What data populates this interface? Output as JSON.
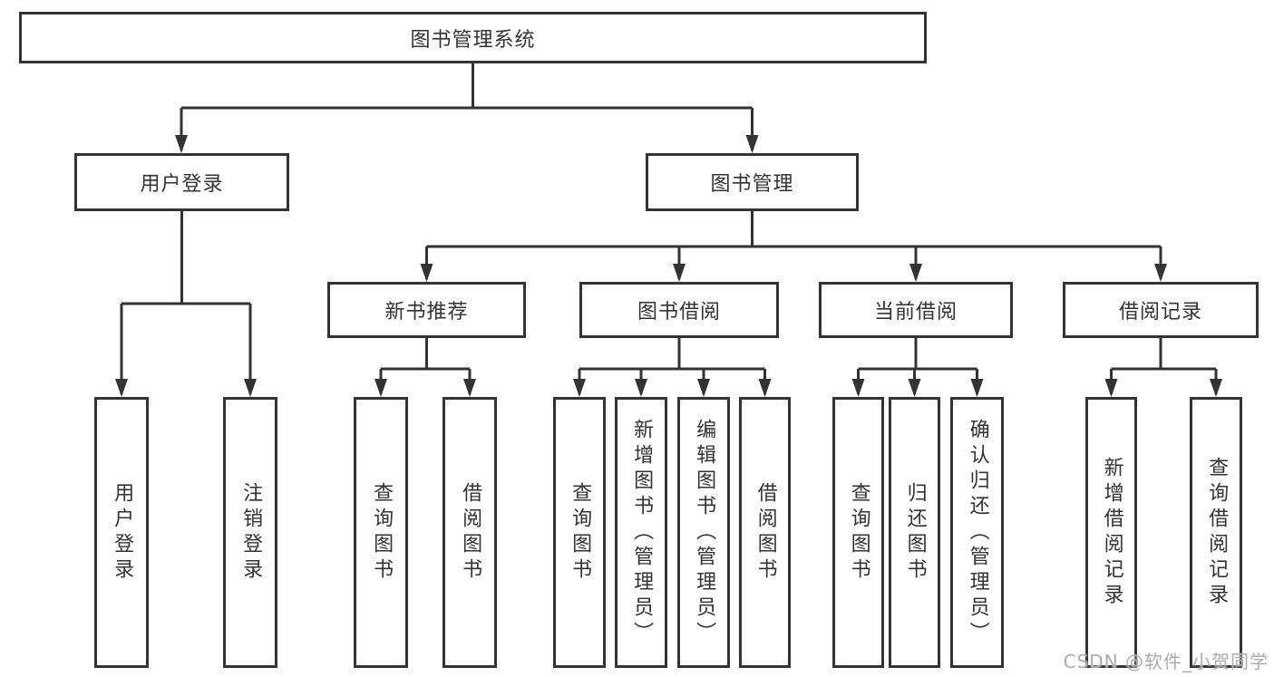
{
  "diagram": {
    "watermark": "CSDN @软件_小贺同学",
    "colors": {
      "line": "#333333",
      "box_border": "#333333",
      "text": "#333333",
      "watermark_text": "#ababab",
      "background": "#ffffff"
    },
    "root": {
      "label": "图书管理系统"
    },
    "level2": [
      {
        "label": "用户登录",
        "children": [
          {
            "label": "用户登录"
          },
          {
            "label": "注销登录"
          }
        ]
      },
      {
        "label": "图书管理",
        "children": [
          {
            "label": "新书推荐",
            "children": [
              {
                "label": "查询图书"
              },
              {
                "label": "借阅图书"
              }
            ]
          },
          {
            "label": "图书借阅",
            "children": [
              {
                "label": "查询图书"
              },
              {
                "label": "新增图书（管理员）"
              },
              {
                "label": "编辑图书（管理员）"
              },
              {
                "label": "借阅图书"
              }
            ]
          },
          {
            "label": "当前借阅",
            "children": [
              {
                "label": "查询图书"
              },
              {
                "label": "归还图书"
              },
              {
                "label": "确认归还（管理员）"
              }
            ]
          },
          {
            "label": "借阅记录",
            "children": [
              {
                "label": "新增借阅记录"
              },
              {
                "label": "查询借阅记录"
              }
            ]
          }
        ]
      }
    ]
  }
}
